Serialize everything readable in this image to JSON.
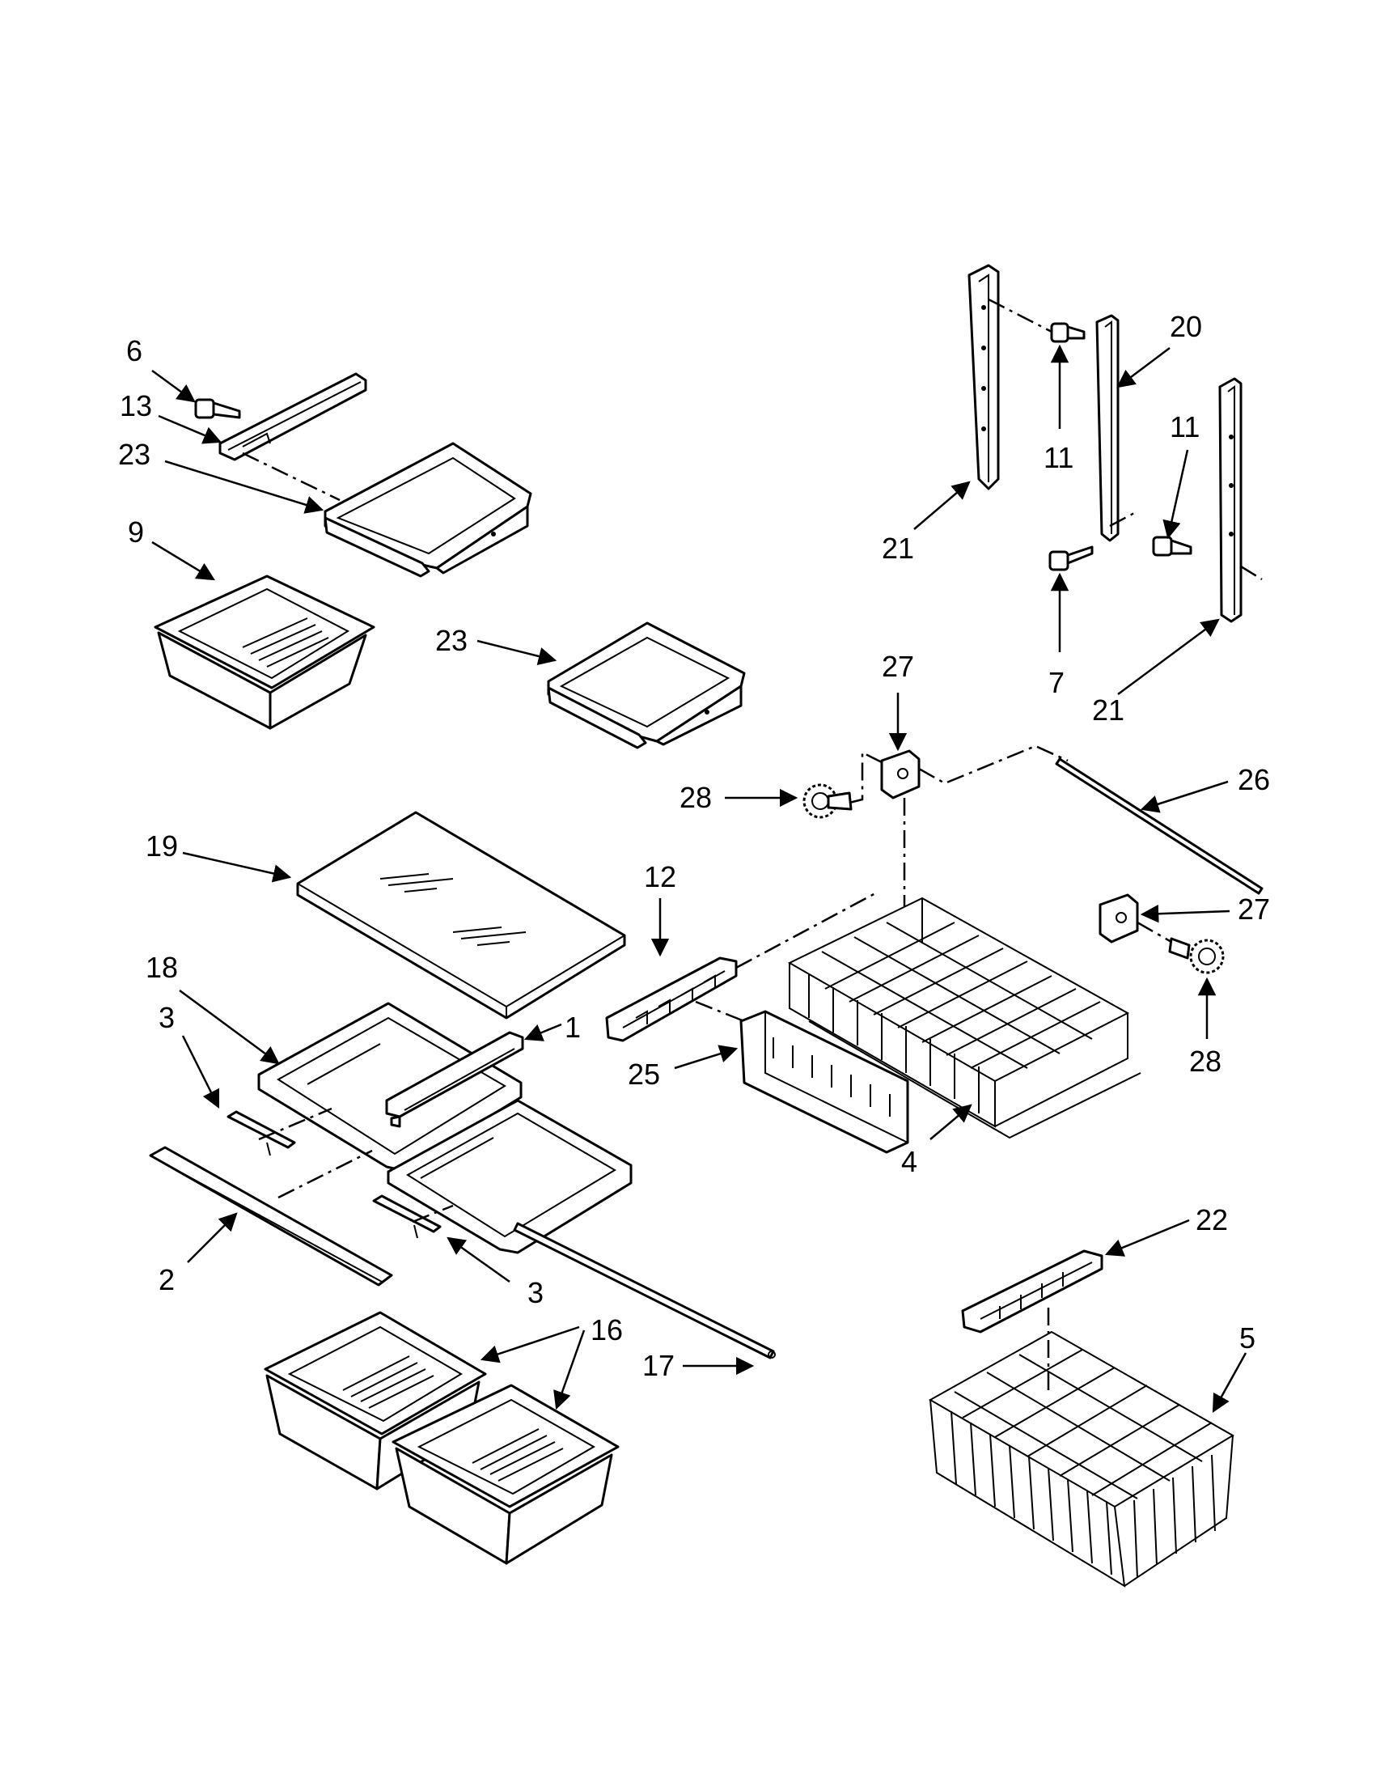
{
  "callouts": {
    "c6": "6",
    "c13": "13",
    "c23a": "23",
    "c9": "9",
    "c23b": "23",
    "c21a": "21",
    "c11a": "11",
    "c20": "20",
    "c11b": "11",
    "c7": "7",
    "c21b": "21",
    "c27a": "27",
    "c28a": "28",
    "c26": "26",
    "c19": "19",
    "c12": "12",
    "c27b": "27",
    "c18": "18",
    "c3a": "3",
    "c1": "1",
    "c25": "25",
    "c28b": "28",
    "c4": "4",
    "c2": "2",
    "c3b": "3",
    "c22": "22",
    "c16": "16",
    "c5": "5",
    "c17": "17"
  },
  "colors": {
    "line": "#000000",
    "background": "#ffffff"
  }
}
